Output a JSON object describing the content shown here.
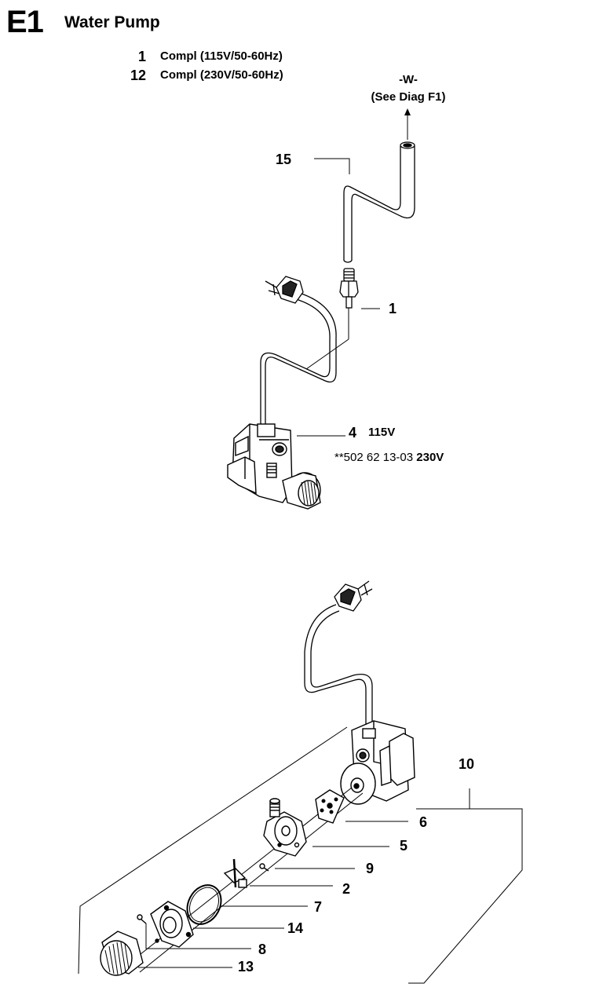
{
  "header": {
    "code": "E1",
    "title": "Water Pump"
  },
  "legend": [
    {
      "num": "1",
      "text": "Compl (115V/50-60Hz)"
    },
    {
      "num": "12",
      "text": "Compl (230V/50-60Hz)"
    }
  ],
  "reference": {
    "line1": "-W-",
    "line2": "(See Diag F1)"
  },
  "upper_callouts": {
    "c15": "15",
    "c1": "1",
    "c4": "4",
    "c4_volt": "115V",
    "c4_alt_prefix": "**502 62 13-03 ",
    "c4_alt_volt": "230V"
  },
  "lower_callouts": {
    "c10": "10",
    "c6": "6",
    "c5": "5",
    "c9": "9",
    "c2": "2",
    "c7": "7",
    "c14": "14",
    "c8": "8",
    "c13": "13"
  }
}
